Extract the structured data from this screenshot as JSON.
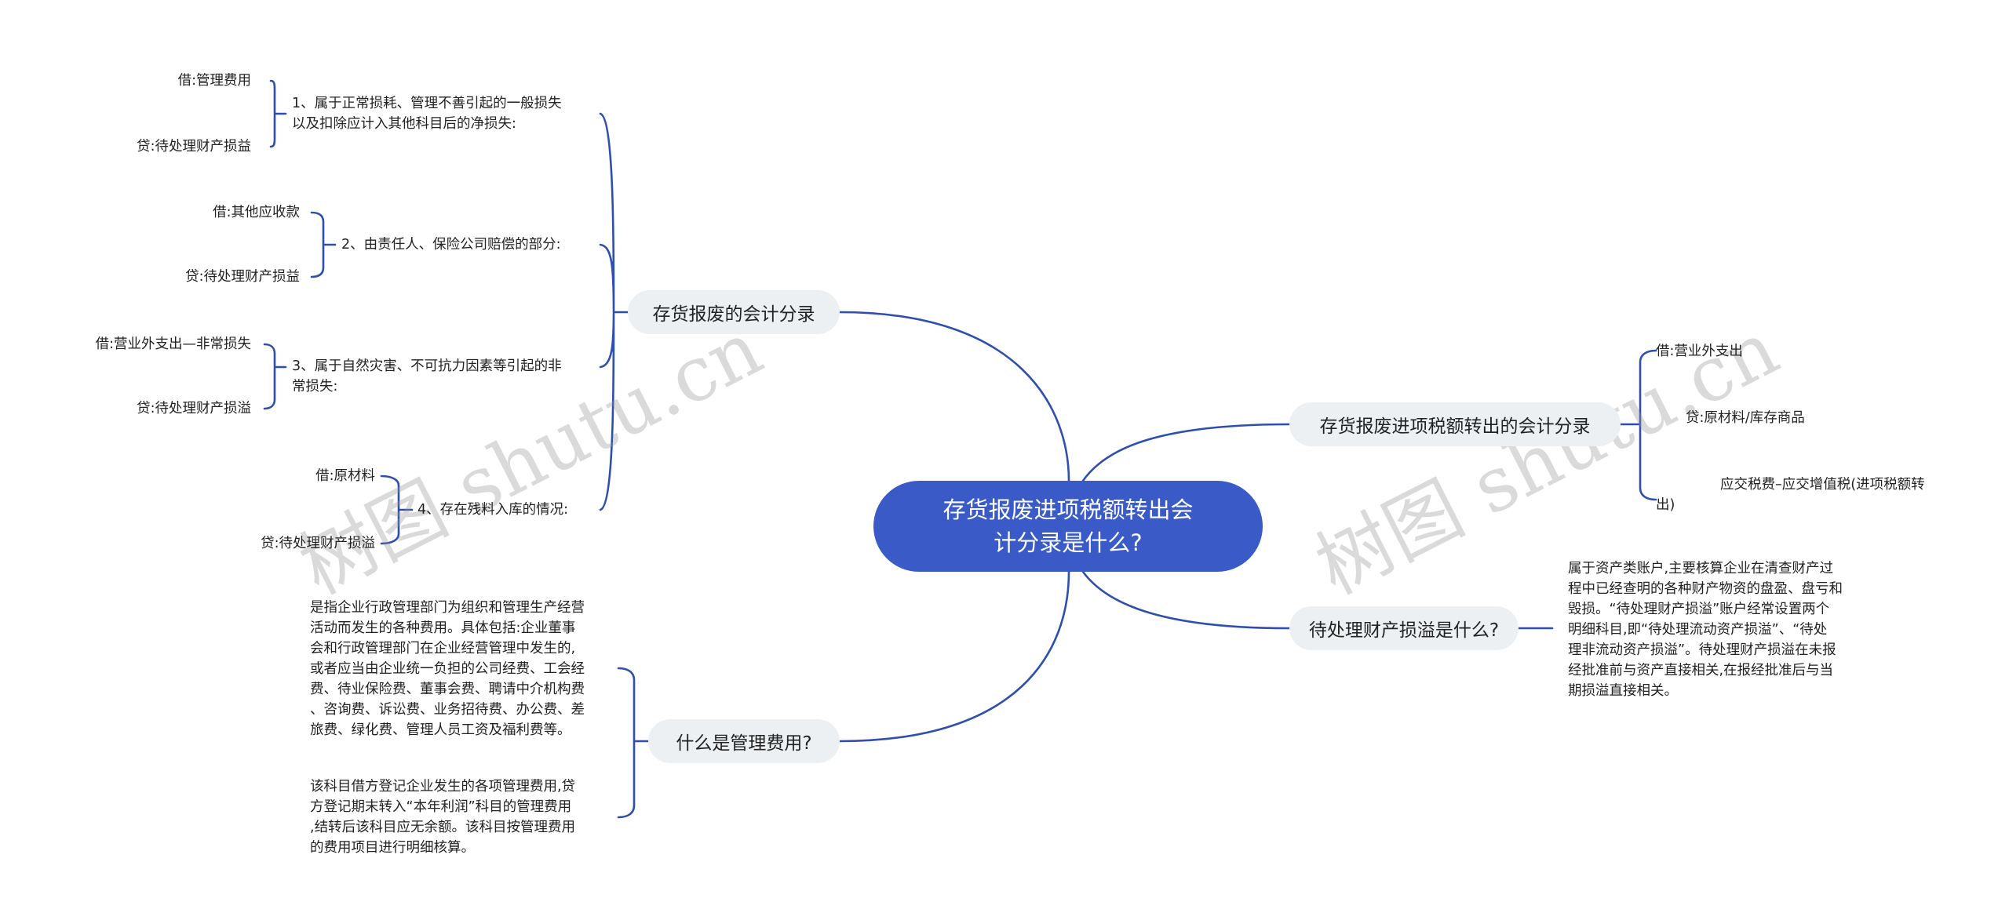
{
  "root": {
    "lines": [
      "存货报废进项税额转出会",
      "计分录是什么?"
    ]
  },
  "branches": {
    "inventory_scrap": {
      "label": "存货报废的会计分录",
      "groups": [
        {
          "lines": [
            "1、属于正常损耗、管理不善引起的一般损失",
            "以及扣除应计入其他科目后的净损失:"
          ],
          "debit": "借:管理费用",
          "credit": "贷:待处理财产损益"
        },
        {
          "lines": [
            "2、由责任人、保险公司赔偿的部分:"
          ],
          "debit": "借:其他应收款",
          "credit": "贷:待处理财产损益"
        },
        {
          "lines": [
            "3、属于自然灾害、不可抗力因素等引起的非",
            "常损失:"
          ],
          "debit": "借:营业外支出—非常损失",
          "credit": "贷:待处理财产损溢"
        },
        {
          "lines": [
            "4、存在残料入库的情况:"
          ],
          "debit": "借:原材料",
          "credit": "贷:待处理财产损溢"
        }
      ]
    },
    "vat_transfer": {
      "label": "存货报废进项税额转出的会计分录",
      "items": [
        "借:营业外支出",
        "贷:原材料/库存商品",
        "应交税费–应交增值税(进项税额转",
        "出)"
      ]
    },
    "pending_loss": {
      "label": "待处理财产损溢是什么?",
      "lines": [
        "属于资产类账户,主要核算企业在清查财产过",
        "程中已经查明的各种财产物资的盘盈、盘亏和",
        "毁损。“待处理财产损溢”账户经常设置两个",
        "明细科目,即“待处理流动资产损溢”、“待处",
        "理非流动资产损溢”。待处理财产损溢在未报",
        "经批准前与资产直接相关,在报经批准后与当",
        "期损溢直接相关。"
      ]
    },
    "admin_expense": {
      "label": "什么是管理费用?",
      "para1": [
        "是指企业行政管理部门为组织和管理生产经营",
        "活动而发生的各种费用。具体包括:企业董事",
        "会和行政管理部门在企业经营管理中发生的,",
        "或者应当由企业统一负担的公司经费、工会经",
        "费、待业保险费、董事会费、聘请中介机构费",
        "、咨询费、诉讼费、业务招待费、办公费、差",
        "旅费、绿化费、管理人员工资及福利费等。"
      ],
      "para2": [
        "该科目借方登记企业发生的各项管理费用,贷",
        "方登记期末转入“本年利润”科目的管理费用",
        ",结转后该科目应无余额。该科目按管理费用",
        "的费用项目进行明细核算。"
      ]
    }
  },
  "watermark": "树图 shutu.cn",
  "colors": {
    "root": "#3a5bc7",
    "branch_bg": "#edf0f3",
    "line": "#2f4fae"
  }
}
